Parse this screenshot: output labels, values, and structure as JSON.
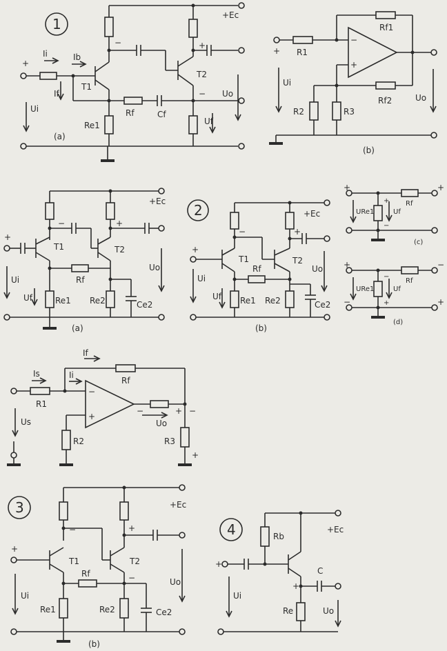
{
  "labels": {
    "num1": "1",
    "num2": "2",
    "num3": "3",
    "num4": "4",
    "Ec": "+Ec",
    "plus": "+",
    "minus": "−",
    "T1": "T1",
    "T2": "T2",
    "Re1": "Re1",
    "Re2": "Re2",
    "Re": "Re",
    "Rf": "Rf",
    "Cf": "Cf",
    "Ce2": "Ce2",
    "Rf1": "Rf1",
    "Rf2": "Rf2",
    "R1": "R1",
    "R2": "R2",
    "R3": "R3",
    "Rb": "Rb",
    "C": "C",
    "Ui": "Ui",
    "Uo": "Uo",
    "Uf": "Uf",
    "Us": "Us",
    "Ii": "Ii",
    "Ib": "Ib",
    "If": "If",
    "Is": "Is",
    "URe1": "URe1",
    "sub_a": "(a)",
    "sub_b": "(b)",
    "sub_c": "(c)",
    "sub_d": "(d)"
  },
  "colors": {
    "line": "#2b2b2b",
    "paper": "#ecebe6"
  }
}
